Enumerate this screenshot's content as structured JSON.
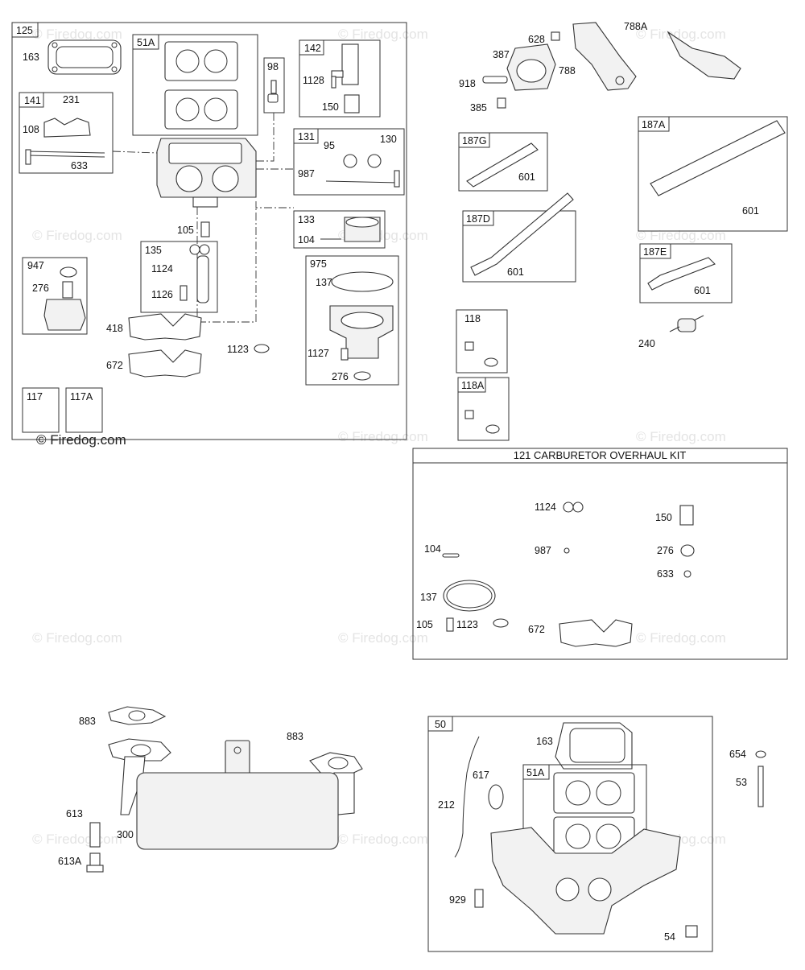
{
  "watermark": "© Firedog.com",
  "carb_kit": {
    "title": "121 CARBURETOR OVERHAUL KIT"
  },
  "assembly_125": {
    "box": "125",
    "sub51A": "51A",
    "sub98": "98",
    "sub142": "142",
    "sub141": "141",
    "sub131": "131",
    "sub133": "133",
    "sub947": "947",
    "sub135": "135",
    "sub975": "975",
    "sub117": "117",
    "sub117A": "117A"
  },
  "callouts": {
    "c163": "163",
    "c1128": "1128",
    "c150": "150",
    "c231": "231",
    "c108": "108",
    "c633": "633",
    "c95": "95",
    "c130": "130",
    "c987": "987",
    "c105": "105",
    "c104": "104",
    "c276": "276",
    "c1124": "1124",
    "c1126": "1126",
    "c137": "137",
    "c418": "418",
    "c672": "672",
    "c1123": "1123",
    "c1127": "1127",
    "c628": "628",
    "c387": "387",
    "c788A": "788A",
    "c788": "788",
    "c918": "918",
    "c385": "385",
    "c187G": "187G",
    "c187A": "187A",
    "c187D": "187D",
    "c187E": "187E",
    "c601": "601",
    "c118": "118",
    "c118A": "118A",
    "c240": "240",
    "c883": "883",
    "c613": "613",
    "c300": "300",
    "c613A": "613A",
    "c50": "50",
    "c617": "617",
    "c212": "212",
    "c51A": "51A",
    "c929": "929",
    "c54": "54",
    "c654": "654",
    "c53": "53"
  }
}
